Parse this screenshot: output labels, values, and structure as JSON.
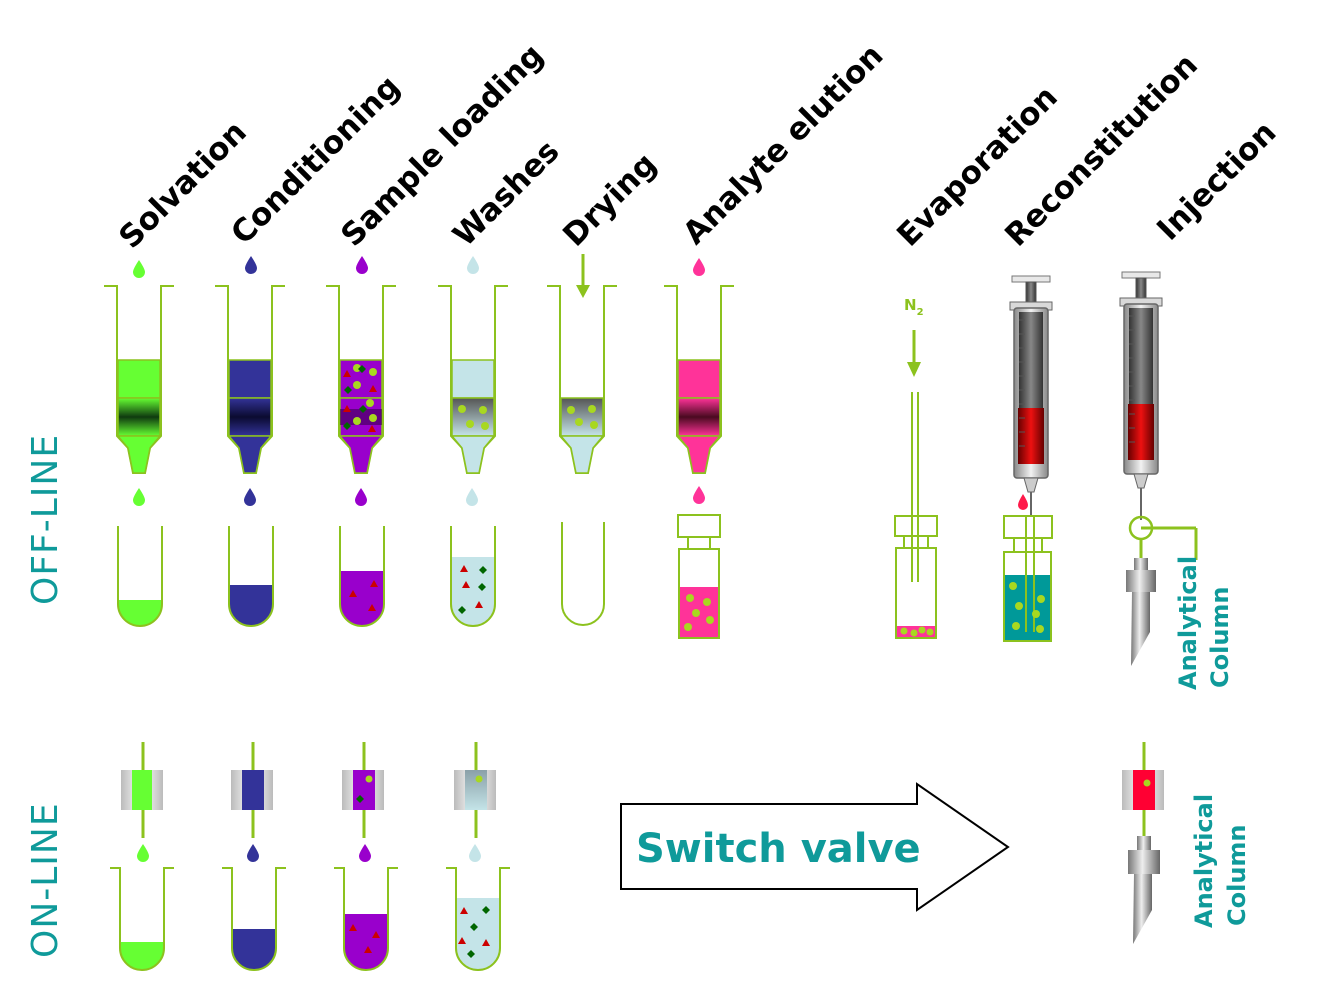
{
  "steps": {
    "solvation": "Solvation",
    "conditioning": "Conditioning",
    "sample_loading": "Sample loading",
    "washes": "Washes",
    "drying": "Drying",
    "analyte_elution": "Analyte elution",
    "evaporation": "Evaporation",
    "reconstitution": "Reconstitution",
    "injection": "Injection"
  },
  "rows": {
    "offline": "OFF-LINE",
    "online": "ON-LINE"
  },
  "gas": {
    "symbol": "N",
    "subscript": "2"
  },
  "column": {
    "line1": "Analytical",
    "line2": "Column"
  },
  "switch": {
    "label": "Switch valve"
  },
  "colors": {
    "outline": "#8cc21e",
    "green": "#66ff33",
    "navy": "#333399",
    "purple": "#9900cc",
    "lightblue": "#c4e4e8",
    "pink": "#ff3399",
    "teal": "#009999",
    "accent_text": "#0f9a9a",
    "red": "#cc0000",
    "dark_green": "#006600"
  }
}
